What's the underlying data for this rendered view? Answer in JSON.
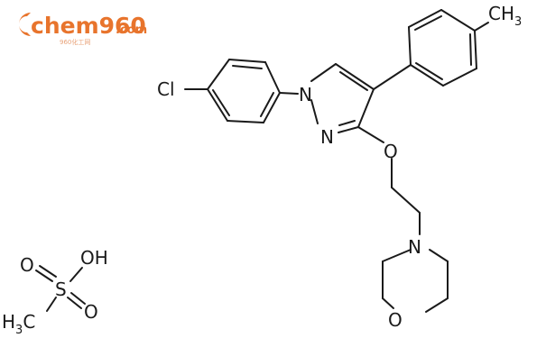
{
  "logo": {
    "brand": "chem960",
    "brand_tld": ".com",
    "tagline": "960化工网",
    "color": "#e8742c"
  },
  "molecule": {
    "atoms": {
      "cl": "Cl",
      "n1": "N",
      "n2": "N",
      "o_ether": "O",
      "n_morph": "N",
      "o_morph": "O",
      "ch3": "CH",
      "ch3_sub": "3"
    }
  },
  "acid": {
    "atoms": {
      "o_top": "O",
      "oh": "OH",
      "s": "S",
      "o_right": "O",
      "ch3": "H",
      "ch3_sub": "3",
      "ch3_c": "C"
    }
  }
}
